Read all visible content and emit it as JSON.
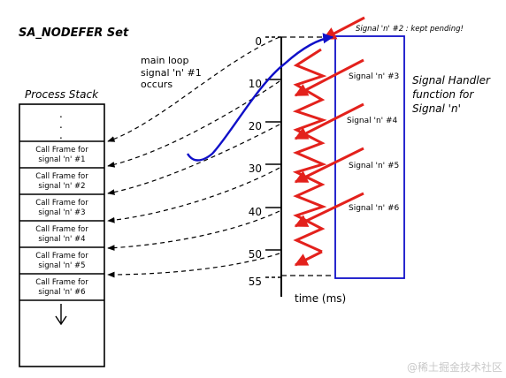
{
  "title": "SA_NODEFER Set",
  "process_stack": {
    "label": "Process Stack",
    "ellipsis": [
      ".",
      ".",
      "."
    ],
    "frames": [
      [
        "Call Frame for",
        "signal 'n' #1"
      ],
      [
        "Call Frame for",
        "signal 'n' #2"
      ],
      [
        "Call Frame for",
        "signal 'n' #3"
      ],
      [
        "Call Frame for",
        "signal 'n' #4"
      ],
      [
        "Call Frame for",
        "signal 'n' #5"
      ],
      [
        "Call Frame for",
        "signal 'n' #6"
      ]
    ]
  },
  "main_loop_note": [
    "main loop",
    "signal 'n' #1",
    "occurs"
  ],
  "time_axis": {
    "ticks": [
      "0",
      "10",
      "20",
      "30",
      "40",
      "50",
      "55"
    ],
    "label": "time (ms)"
  },
  "signals": {
    "pending_note": "Signal 'n' #2 : kept pending!",
    "labels": [
      "Signal 'n' #3",
      "Signal 'n' #4",
      "Signal 'n' #5",
      "Signal 'n' #6"
    ]
  },
  "handler": {
    "label": [
      "Signal Handler",
      "function for",
      "Signal 'n'"
    ]
  },
  "watermark": "@稀土掘金技术社区",
  "colors": {
    "signal_red": "#e3211c",
    "handler_blue": "#1010c8",
    "ink": "#000000",
    "watermark": "#c8c8c8"
  }
}
